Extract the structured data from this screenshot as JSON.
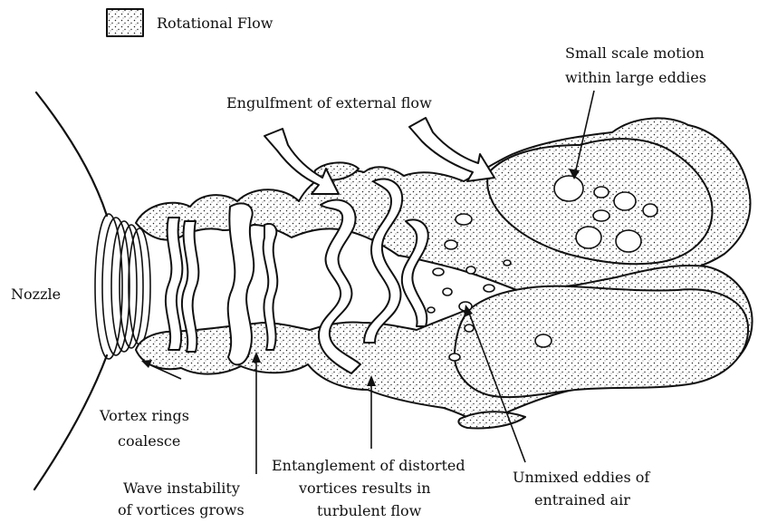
{
  "legend": {
    "label": "Rotational Flow"
  },
  "labels": {
    "nozzle": "Nozzle",
    "engulfment": "Engulfment of external flow",
    "small_scale_line1": "Small scale motion",
    "small_scale_line2": "within large eddies",
    "vortex_rings_line1": "Vortex rings",
    "vortex_rings_line2": "coalesce",
    "wave_line1": "Wave instability",
    "wave_line2": "of vortices grows",
    "entanglement_line1": "Entanglement of distorted",
    "entanglement_line2": "vortices results in",
    "entanglement_line3": "turbulent flow",
    "unmixed_line1": "Unmixed eddies of",
    "unmixed_line2": "entrained air"
  },
  "icons": {
    "legend_swatch": "stipple-swatch",
    "engulf_arrows": "engulfment-arrow"
  }
}
